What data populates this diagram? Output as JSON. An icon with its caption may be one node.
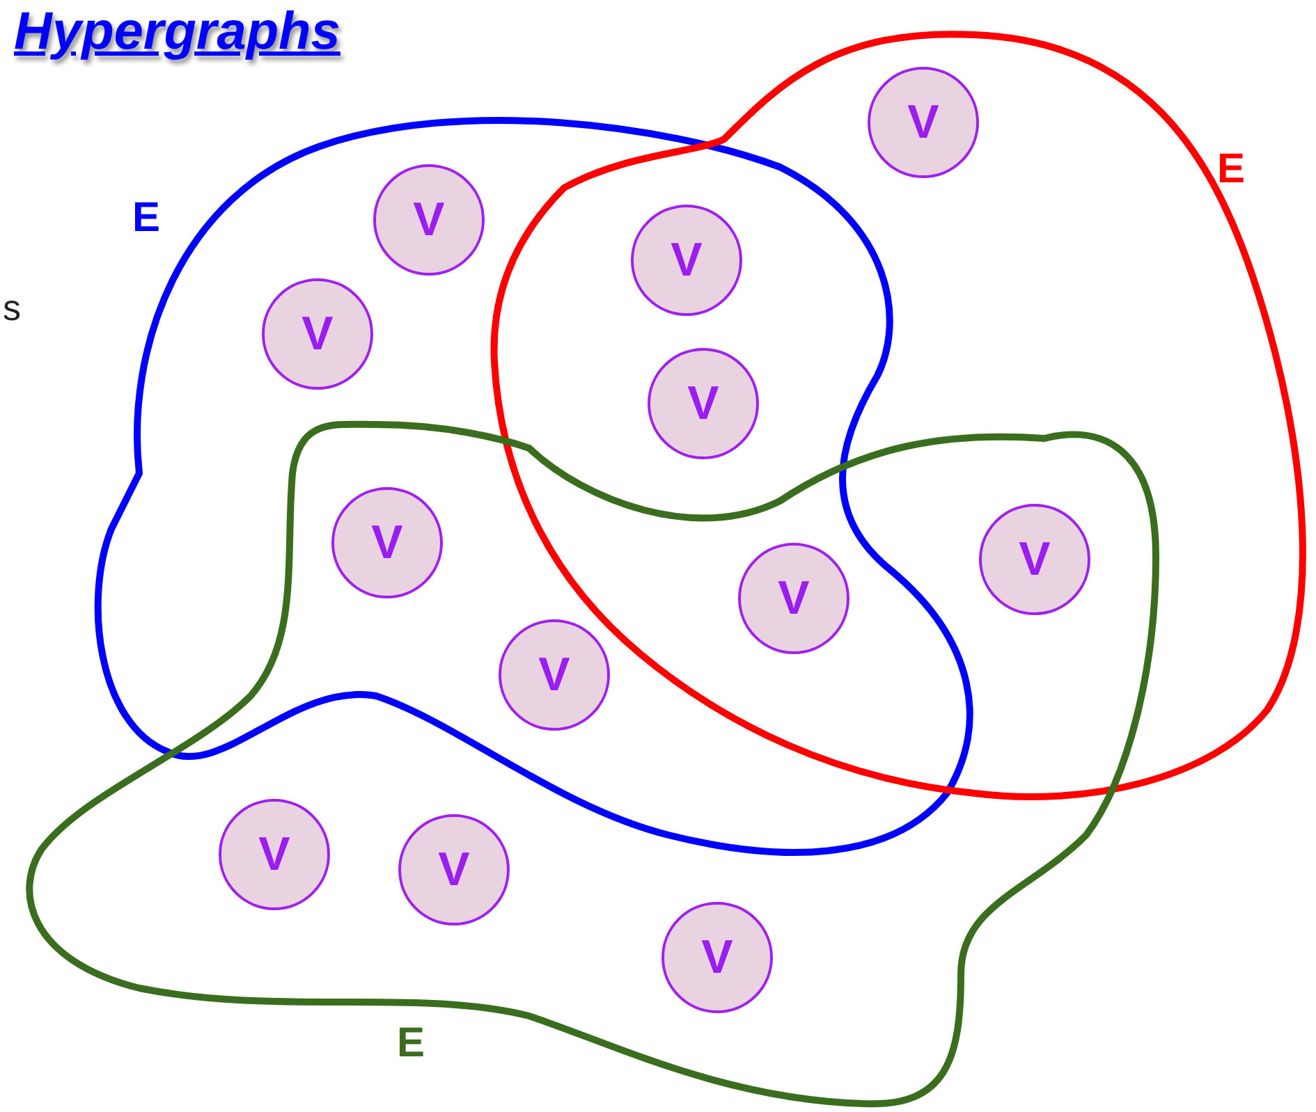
{
  "diagram": {
    "title": "Hypergraphs",
    "nodes": [
      {
        "text": [
          "E"
        ]
      },
      {
        "text": [
          "E"
        ]
      },
      {
        "text": [
          "E"
        ]
      },
      {
        "text": [
          "V"
        ],
        "in": 1
      },
      {
        "text": [
          "V"
        ],
        "in": 0
      },
      {
        "text": [
          "V"
        ]
      },
      {
        "text": [
          "V"
        ],
        "in": 0
      },
      {
        "text": [
          "V"
        ]
      },
      {
        "text": [
          "V"
        ]
      },
      {
        "text": [
          "V"
        ]
      },
      {
        "text": [
          "V"
        ]
      },
      {
        "text": [
          "V"
        ]
      },
      {
        "text": [
          "V"
        ],
        "in": 2
      },
      {
        "text": [
          "V"
        ],
        "in": 2
      },
      {
        "text": [
          "V"
        ],
        "in": 2
      }
    ],
    "labels": [
      "s"
    ]
  }
}
